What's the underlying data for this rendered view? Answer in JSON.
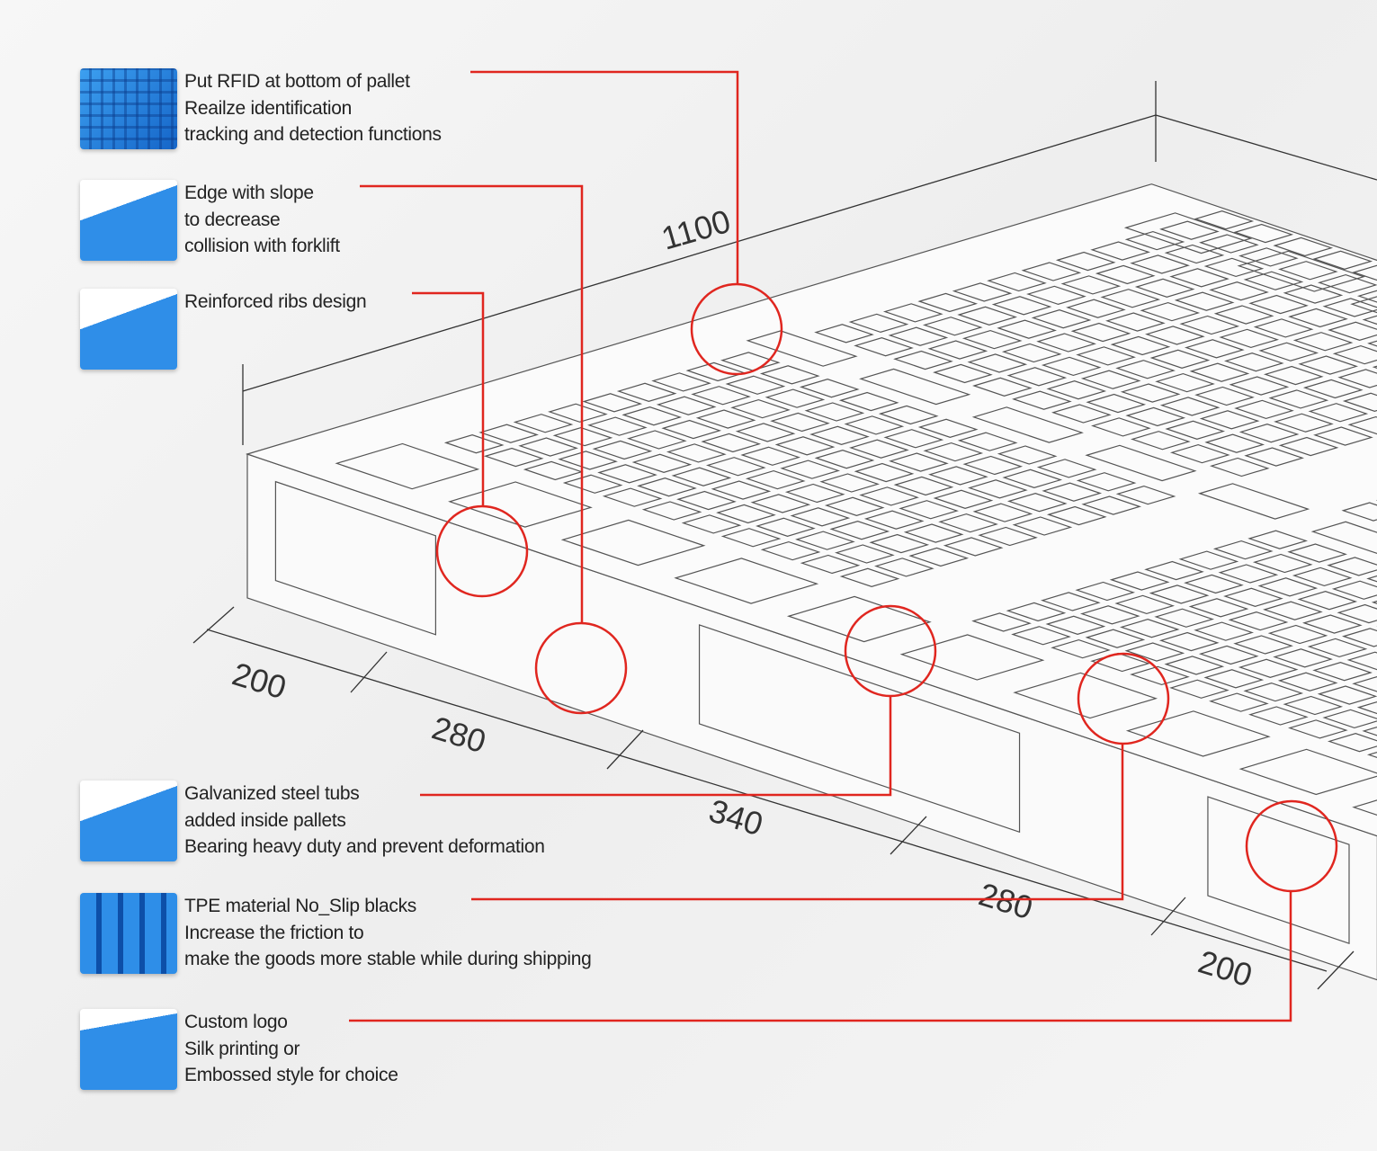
{
  "features": [
    {
      "lines": [
        "Put RFID at bottom of pallet",
        "Reailze identification",
        "tracking and detection functions"
      ]
    },
    {
      "lines": [
        "Edge with slope",
        "to decrease",
        "collision with forklift"
      ]
    },
    {
      "lines": [
        "Reinforced ribs design"
      ]
    },
    {
      "lines": [
        "Galvanized steel tubs",
        "added inside pallets",
        "Bearing heavy duty and prevent deformation"
      ]
    },
    {
      "lines": [
        "TPE material No_Slip blacks",
        "Increase the friction to",
        "make the goods more stable while during shipping"
      ]
    },
    {
      "lines": [
        "Custom logo",
        "Silk printing or",
        "Embossed style for choice"
      ]
    }
  ],
  "dimensions": {
    "length": "1100",
    "d1": "200",
    "d2": "280",
    "d3": "340",
    "d4": "280",
    "d5": "200"
  },
  "colors": {
    "callout": "#e0261f",
    "line": "#444444",
    "thumb": "#2f8ee8"
  }
}
